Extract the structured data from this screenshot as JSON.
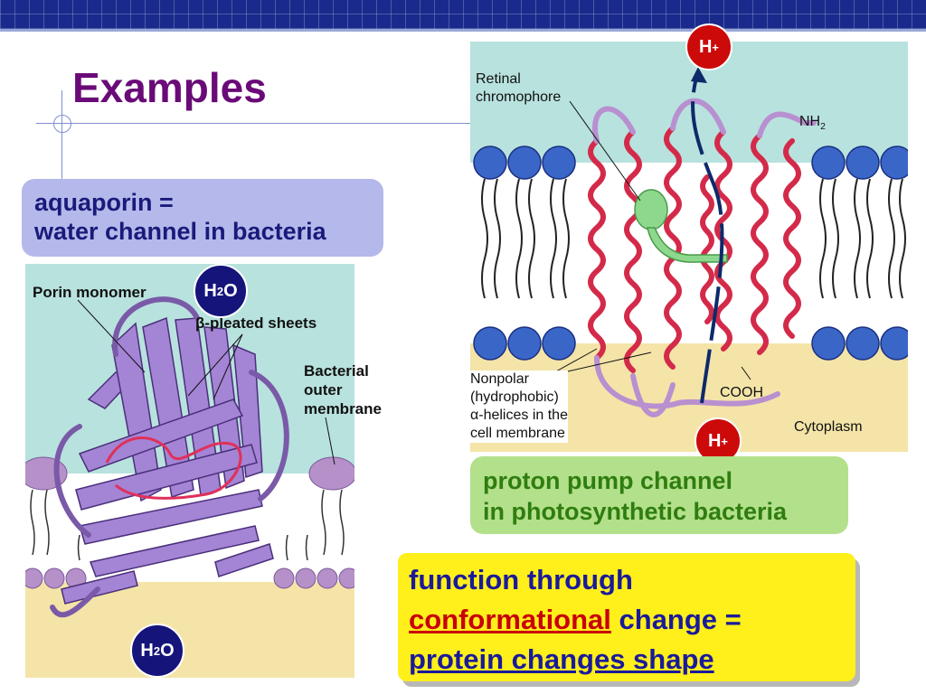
{
  "slide": {
    "title": "Examples"
  },
  "aquaporin_box": {
    "line1": "aquaporin =",
    "line2": "water channel in bacteria"
  },
  "porin_figure": {
    "label_porin": "Porin monomer",
    "label_beta_symbol": "β",
    "label_beta_rest": "-pleated sheets",
    "label_outer_1": "Bacterial",
    "label_outer_2": "outer",
    "label_outer_3": "membrane",
    "water_top_h": "H",
    "water_top_sub": "2",
    "water_top_o": "O",
    "water_bottom_h": "H",
    "water_bottom_sub": "2",
    "water_bottom_o": "O"
  },
  "proton_figure": {
    "label_retinal_1": "Retinal",
    "label_retinal_2": "chromophore",
    "label_nh2_main": "NH",
    "label_nh2_sub": "2",
    "label_nonpolar_1": "Nonpolar",
    "label_nonpolar_2": "(hydrophobic)",
    "label_nonpolar_alpha": "α",
    "label_nonpolar_3_rest": "-helices in the",
    "label_nonpolar_4": "cell membrane",
    "label_cooh": "COOH",
    "label_cytoplasm": "Cytoplasm",
    "proton_top_h": "H",
    "proton_top_plus": "+",
    "proton_bottom_h": "H",
    "proton_bottom_plus": "+"
  },
  "proton_box": {
    "line1": "proton pump channel",
    "line2": "in photosynthetic bacteria"
  },
  "function_box": {
    "line1": "function through",
    "highlight": "conformational",
    "line2_rest": " change =",
    "line3": "protein changes shape"
  },
  "colors": {
    "title": "#6a0a78",
    "topbar": "#1a2a8c",
    "aquaporin_bg": "#b5b8ea",
    "proton_bg": "#b3e08a",
    "function_bg": "#ffef1a",
    "helix": "#d42a4a",
    "porin": "#9a7ac8"
  }
}
